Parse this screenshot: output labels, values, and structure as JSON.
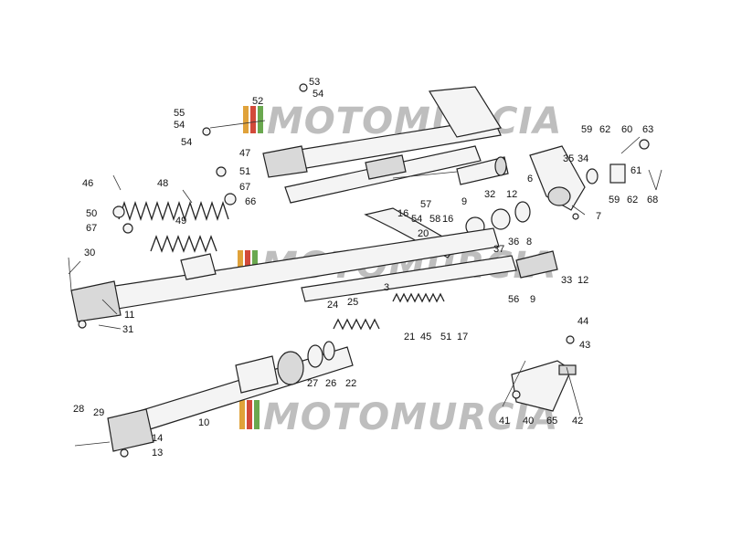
{
  "watermark": {
    "text": "MOTOMURCIA",
    "bar_colors": [
      "#e0a23a",
      "#d24a3a",
      "#6aa84f",
      "#9aa0a6"
    ]
  },
  "labels": [
    "53",
    "54",
    "55",
    "54",
    "54",
    "47",
    "51",
    "46",
    "48",
    "50",
    "67",
    "67",
    "66",
    "49",
    "30",
    "11",
    "31",
    "9",
    "32",
    "12",
    "16",
    "54",
    "58",
    "16",
    "57",
    "20",
    "6",
    "35",
    "34",
    "59",
    "62",
    "60",
    "63",
    "61",
    "59",
    "62",
    "68",
    "7",
    "37",
    "36",
    "8",
    "33",
    "12",
    "56",
    "9",
    "24",
    "25",
    "21",
    "45",
    "51",
    "17",
    "27",
    "26",
    "22",
    "28",
    "29",
    "10",
    "14",
    "13",
    "44",
    "43",
    "41",
    "40",
    "65",
    "42",
    "52",
    "3"
  ]
}
